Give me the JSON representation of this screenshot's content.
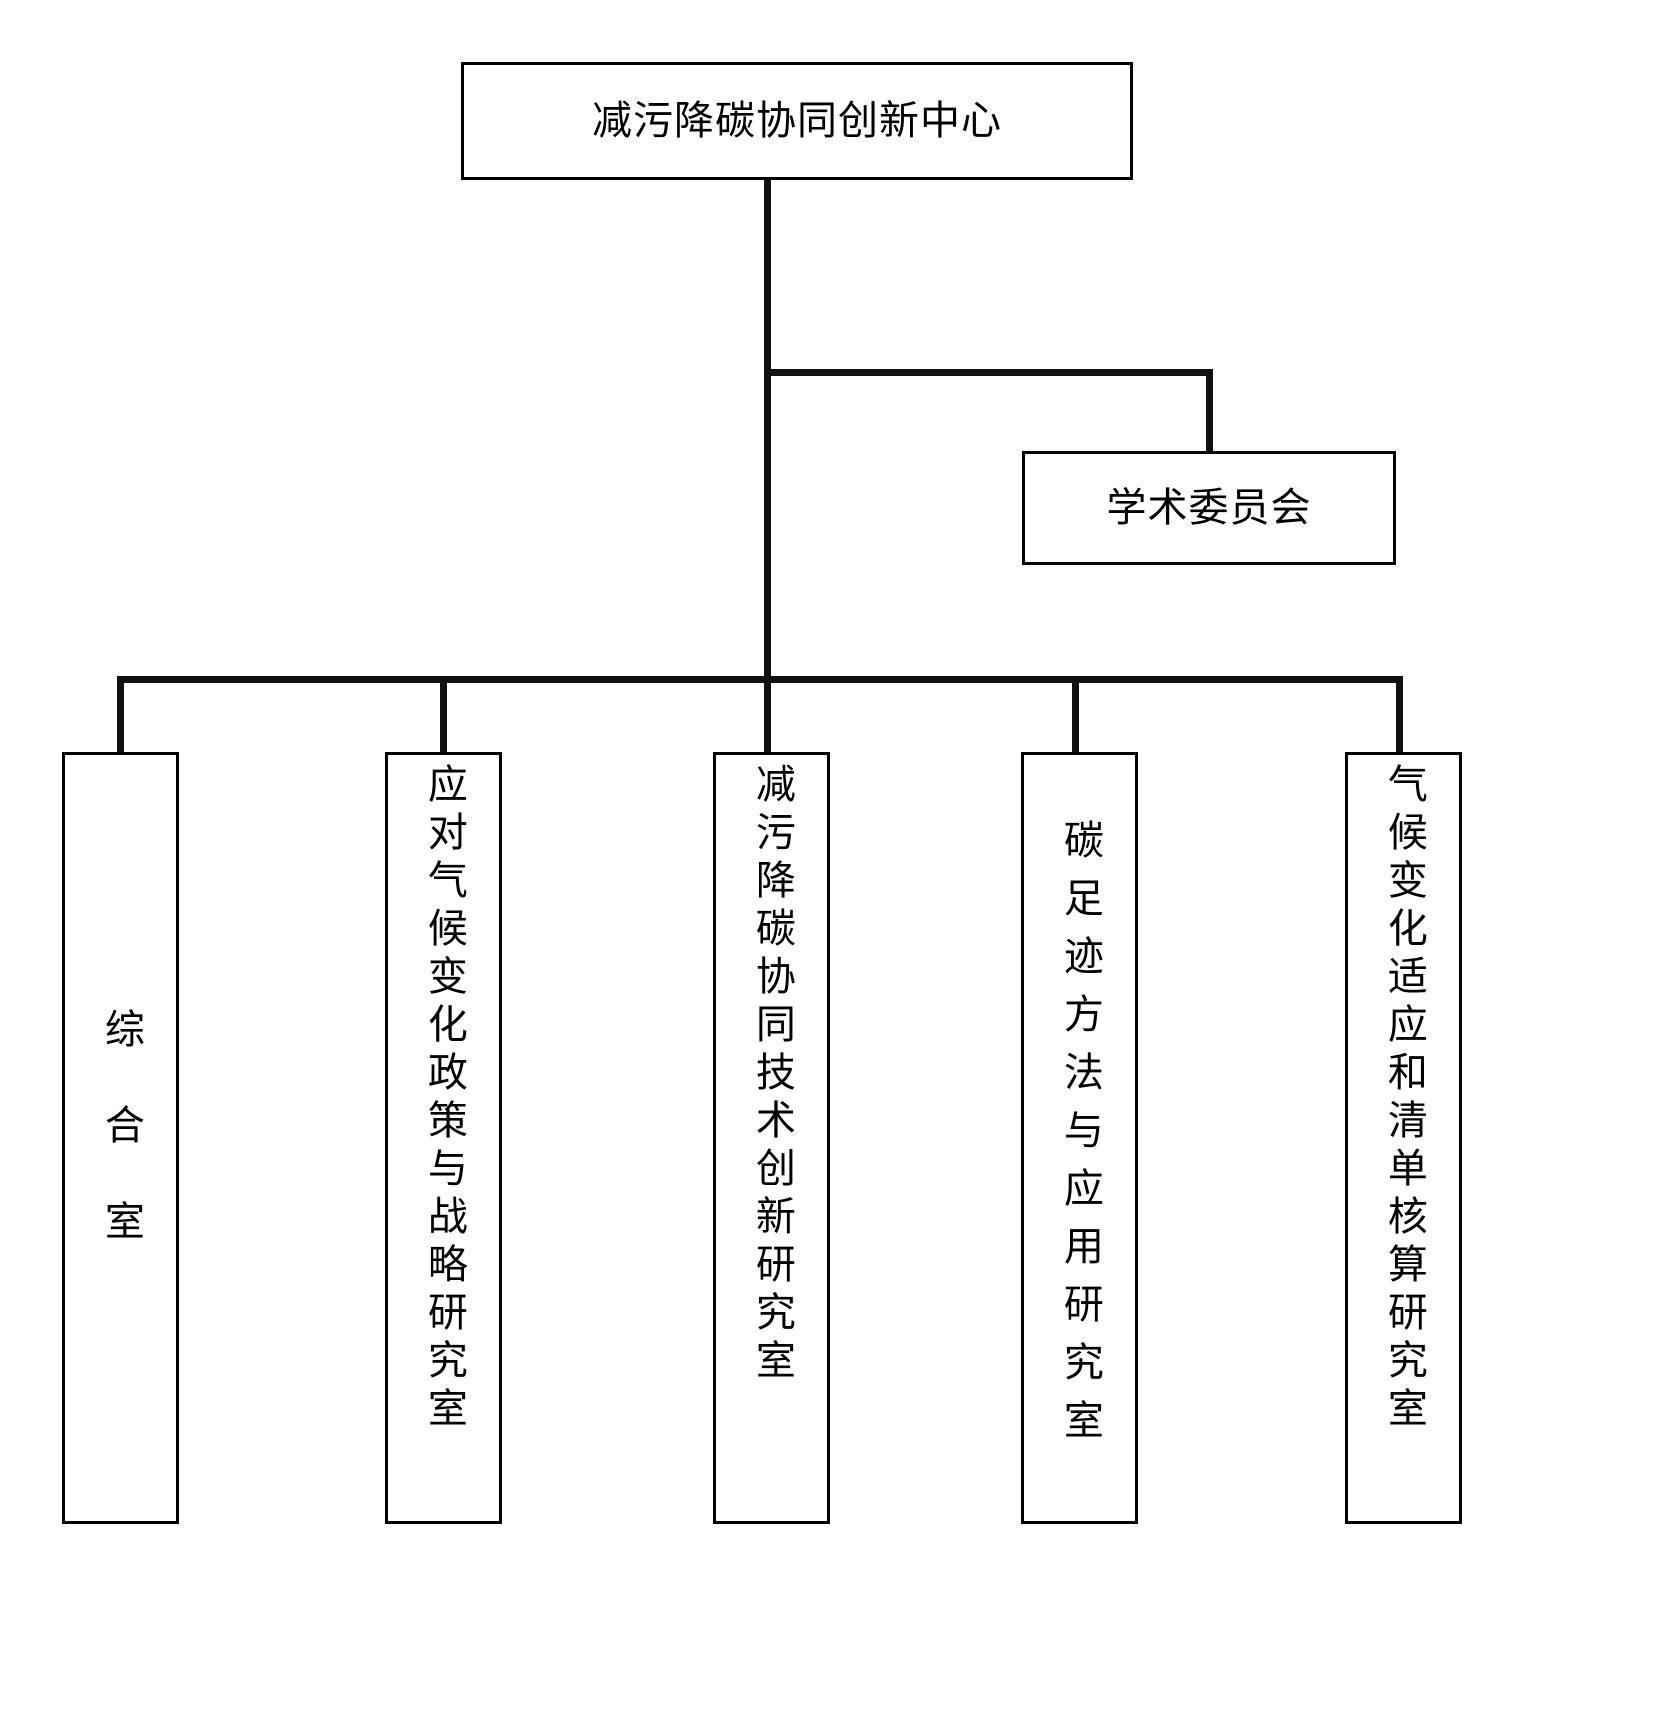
{
  "chart": {
    "type": "org-chart",
    "orientation": "top-down",
    "root": {
      "label": "减污降碳协同创新中心"
    },
    "staff": {
      "label": "学术委员会",
      "attached_to": "root",
      "side": "right"
    },
    "departments": [
      {
        "label": "综合室"
      },
      {
        "label": "应对气候变化政策与战略研究室"
      },
      {
        "label": "减污降碳协同技术创新研究室"
      },
      {
        "label": "碳足迹方法与应用研究室"
      },
      {
        "label": "气候变化适应和清单核算研究室"
      }
    ],
    "colors": {
      "background": "#ffffff",
      "box_border": "#000000",
      "box_fill": "#ffffff",
      "line": "#111111",
      "text": "#000000"
    }
  }
}
